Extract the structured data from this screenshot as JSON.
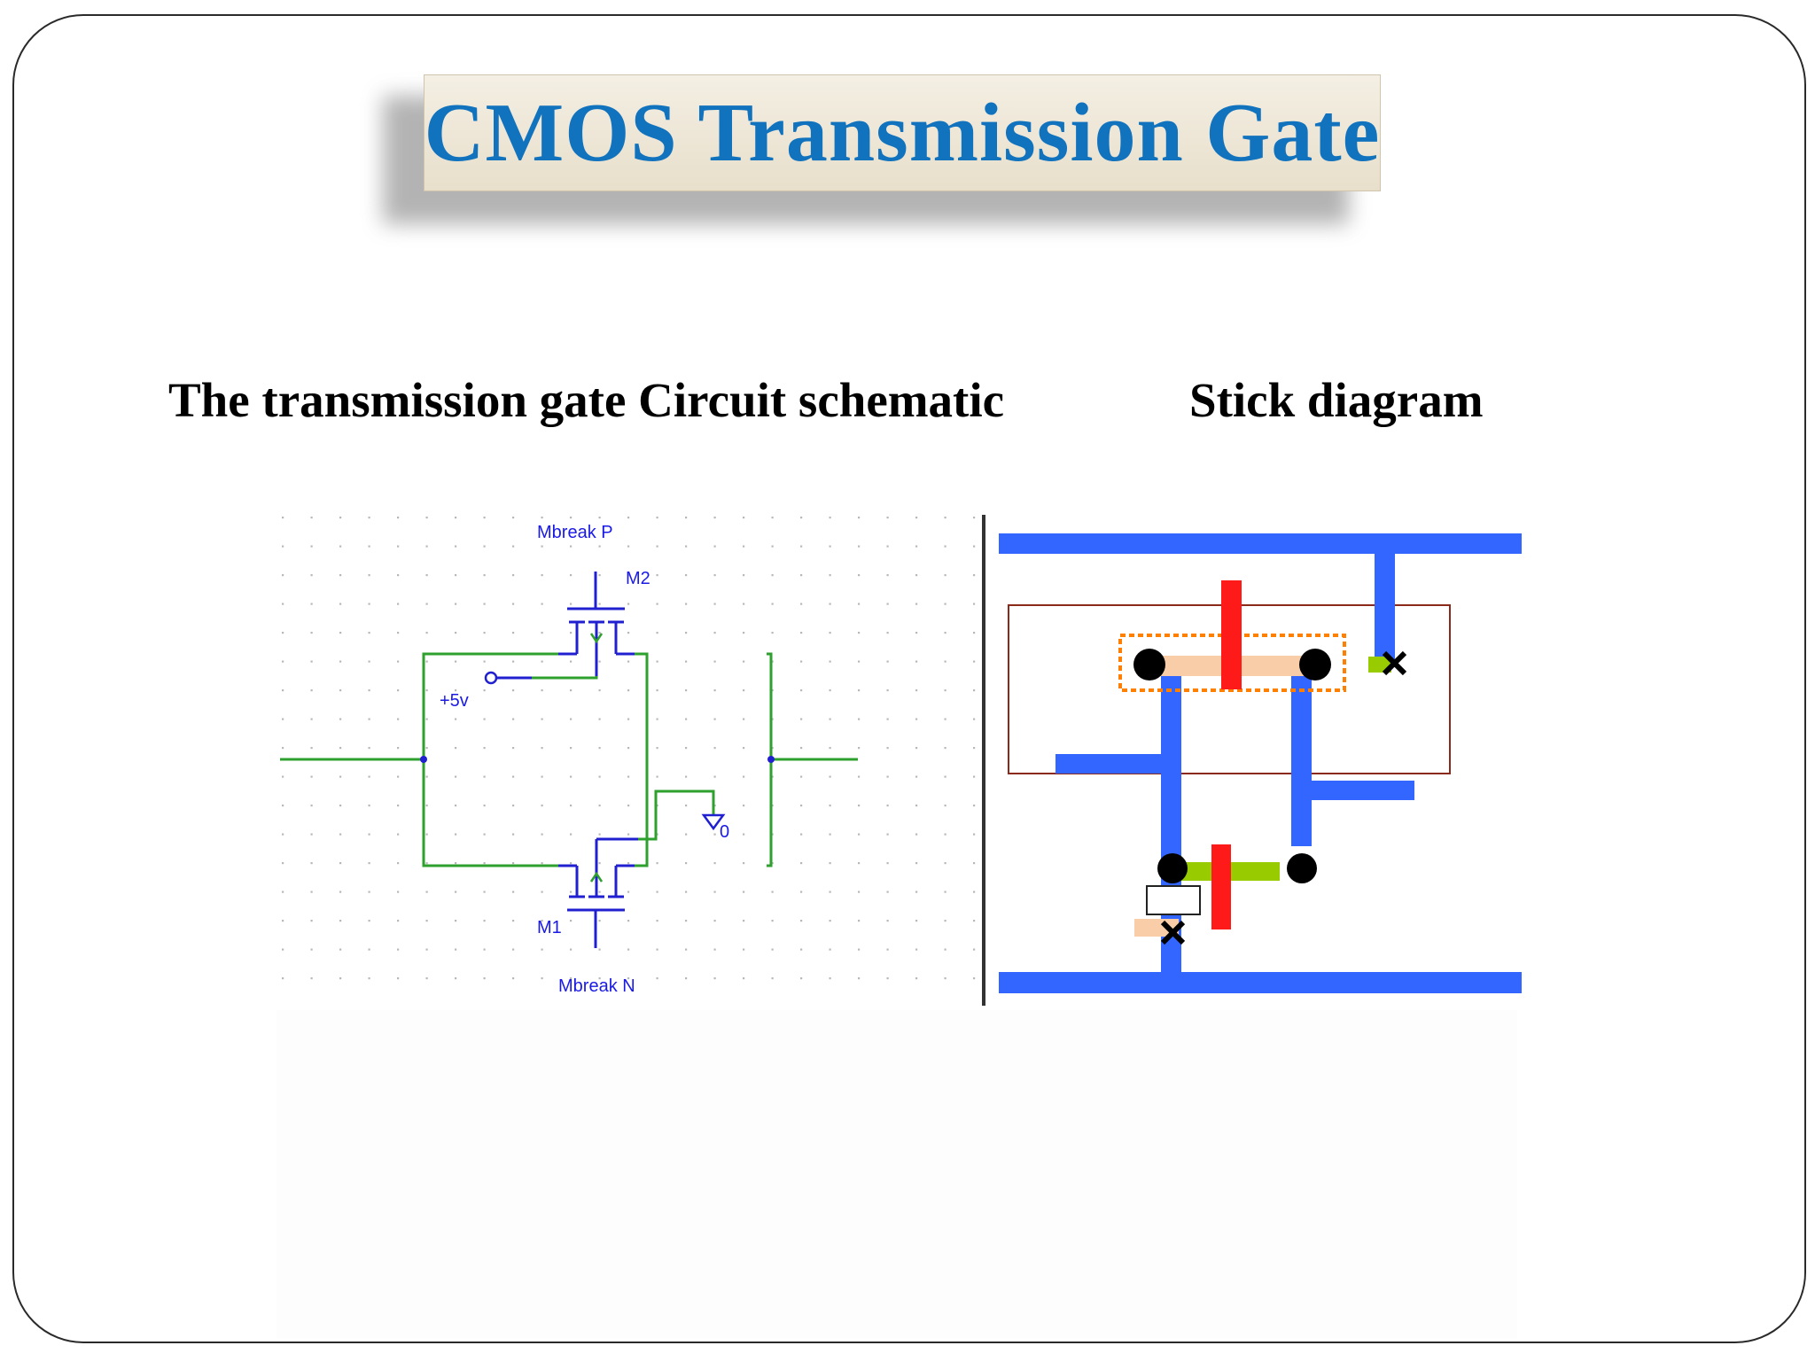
{
  "slide": {
    "title": "CMOS Transmission Gate",
    "subtitles": {
      "schematic": "The transmission gate Circuit schematic",
      "stick": "Stick diagram"
    }
  },
  "schematic": {
    "labels": {
      "pmos_model": "Mbreak P",
      "pmos_name": "M2",
      "gate_supply": "+5v",
      "nmos_name": "M1",
      "nmos_model": "Mbreak N",
      "ground_value": "0"
    },
    "colors": {
      "wire": "#2ea02e",
      "pin": "#2020d0",
      "label": "#1a1ae6",
      "grid_dot": "#b8b8b8"
    }
  },
  "stick_diagram": {
    "colors": {
      "metal": "#3366ff",
      "poly": "#ff1a1a",
      "p_diffusion": "#f8cda8",
      "n_diffusion": "#99cc00",
      "n_well": "#8b2a1a",
      "select_outline": "#ff8000",
      "contact": "#000000"
    },
    "icons": [
      "contact-dot",
      "substrate-contact-x"
    ]
  }
}
